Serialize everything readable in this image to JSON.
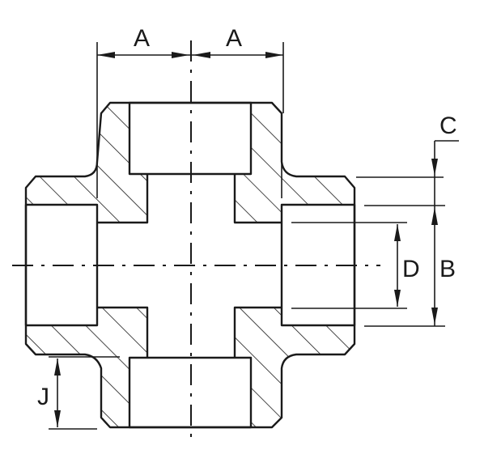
{
  "diagram": {
    "subject": "Socket weld cross fitting, sectional view",
    "dimension_labels": {
      "A_left": "A",
      "A_right": "A",
      "B": "B",
      "C": "C",
      "D": "D",
      "J": "J"
    },
    "colors": {
      "line": "#1a1a1a",
      "background": "#ffffff"
    }
  }
}
